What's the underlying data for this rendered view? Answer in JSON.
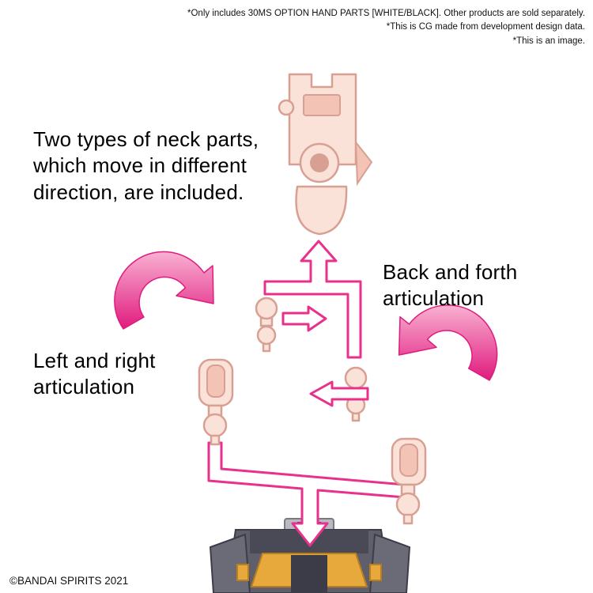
{
  "disclaimers": {
    "line1": "*Only includes 30MS OPTION HAND PARTS [WHITE/BLACK]. Other products are sold separately.",
    "line2": "*This is CG made from development design data.",
    "line3": "*This is an image."
  },
  "callouts": {
    "neck_types": {
      "line1": "Two types of neck parts,",
      "line2": "which move in different",
      "line3": "direction, are included."
    },
    "back_forth": {
      "line1": "Back and forth",
      "line2": "articulation"
    },
    "left_right": {
      "line1": "Left and right",
      "line2": "articulation"
    }
  },
  "copyright": "©BANDAI SPIRITS 2021",
  "colors": {
    "arrow_gradient_top": "#f9b1d2",
    "arrow_gradient_bottom": "#e01b7e",
    "arrow_outline": "#e7318c",
    "part_fill": "#fbe2d9",
    "part_shade": "#f3c3b6",
    "part_outline": "#d8a093",
    "torso_gray": "#5f5f6b",
    "torso_dark": "#3c3c49",
    "torso_light": "#b9b9c2",
    "torso_yellow": "#e8a93c"
  }
}
